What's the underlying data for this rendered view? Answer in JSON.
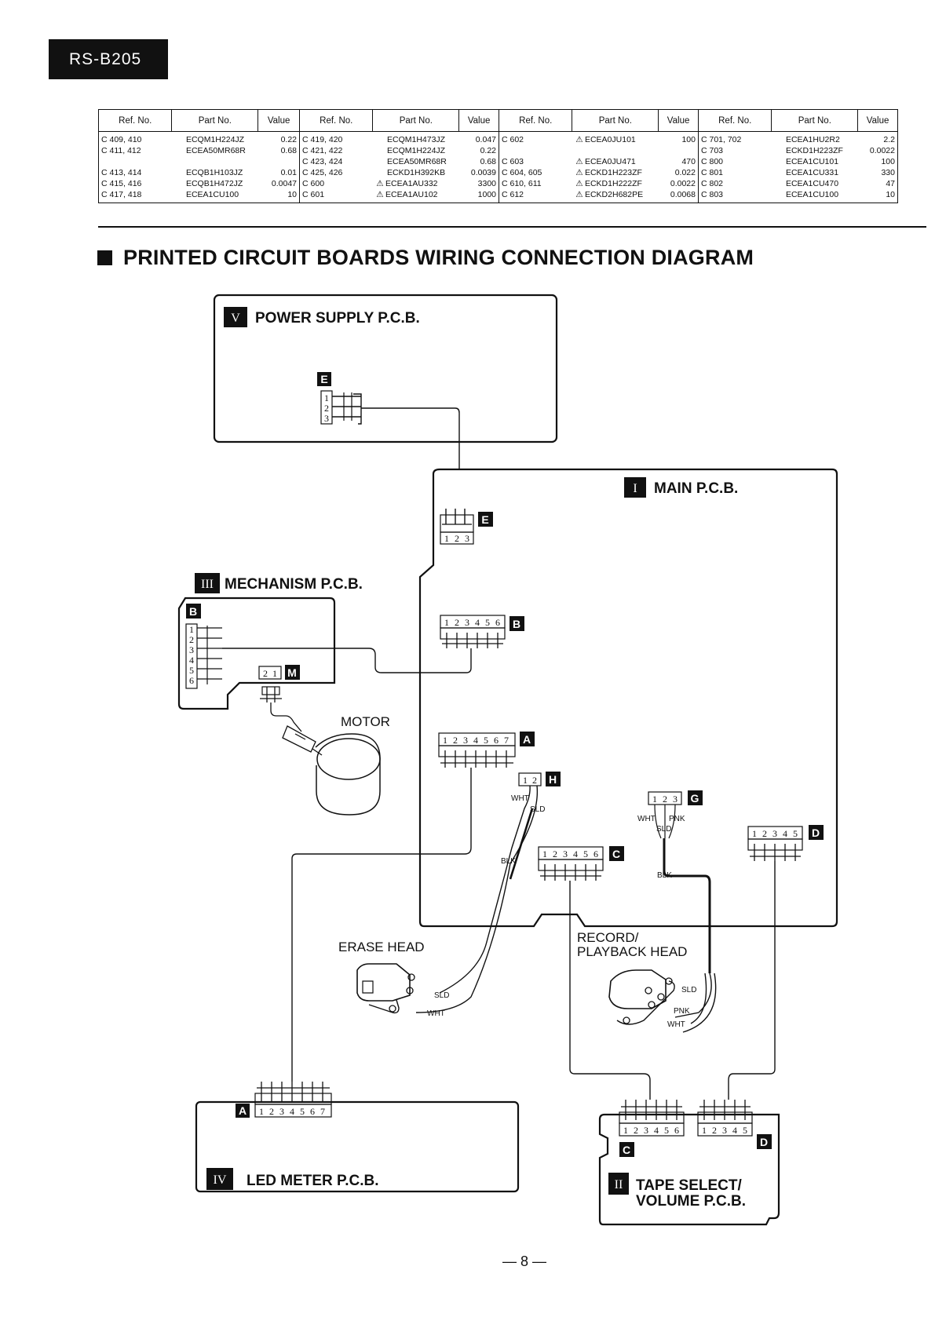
{
  "model": "RS-B205",
  "table": {
    "headers": [
      "Ref. No.",
      "Part No.",
      "Value"
    ],
    "groups": [
      [
        {
          "ref": "C 409, 410",
          "part": "ECQM1H224JZ",
          "value": "0.22"
        },
        {
          "ref": "C 411, 412",
          "part": "ECEA50MR68R",
          "value": "0.68"
        },
        {
          "ref": "",
          "part": "",
          "value": ""
        },
        {
          "ref": "C 413, 414",
          "part": "ECQB1H103JZ",
          "value": "0.01"
        },
        {
          "ref": "C 415, 416",
          "part": "ECQB1H472JZ",
          "value": "0.0047"
        },
        {
          "ref": "C 417, 418",
          "part": "ECEA1CU100",
          "value": "10"
        }
      ],
      [
        {
          "ref": "C 419, 420",
          "part": "ECQM1H473JZ",
          "value": "0.047"
        },
        {
          "ref": "C 421, 422",
          "part": "ECQM1H224JZ",
          "value": "0.22"
        },
        {
          "ref": "C 423, 424",
          "part": "ECEA50MR68R",
          "value": "0.68"
        },
        {
          "ref": "C 425, 426",
          "part": "ECKD1H392KB",
          "value": "0.0039"
        },
        {
          "ref": "C 600",
          "part": "ECEA1AU332",
          "value": "3300",
          "safety": true
        },
        {
          "ref": "C 601",
          "part": "ECEA1AU102",
          "value": "1000",
          "safety": true
        }
      ],
      [
        {
          "ref": "C 602",
          "part": "ECEA0JU101",
          "value": "100",
          "safety": true
        },
        {
          "ref": "",
          "part": "",
          "value": ""
        },
        {
          "ref": "C 603",
          "part": "ECEA0JU471",
          "value": "470",
          "safety": true
        },
        {
          "ref": "C 604, 605",
          "part": "ECKD1H223ZF",
          "value": "0.022",
          "safety": true
        },
        {
          "ref": "C 610, 611",
          "part": "ECKD1H222ZF",
          "value": "0.0022",
          "safety": true
        },
        {
          "ref": "C 612",
          "part": "ECKD2H682PE",
          "value": "0.0068",
          "safety": true
        }
      ],
      [
        {
          "ref": "C 701, 702",
          "part": "ECEA1HU2R2",
          "value": "2.2"
        },
        {
          "ref": "C 703",
          "part": "ECKD1H223ZF",
          "value": "0.0022"
        },
        {
          "ref": "C 800",
          "part": "ECEA1CU101",
          "value": "100"
        },
        {
          "ref": "C 801",
          "part": "ECEA1CU331",
          "value": "330"
        },
        {
          "ref": "C 802",
          "part": "ECEA1CU470",
          "value": "47"
        },
        {
          "ref": "C 803",
          "part": "ECEA1CU100",
          "value": "10"
        }
      ]
    ],
    "safety_mark": "⚠"
  },
  "heading": "PRINTED CIRCUIT BOARDS WIRING CONNECTION DIAGRAM",
  "boards": {
    "power": {
      "roman": "V",
      "label": "POWER SUPPLY P.C.B."
    },
    "main": {
      "roman": "I",
      "label": "MAIN P.C.B."
    },
    "mechanism": {
      "roman": "III",
      "label": "MECHANISM P.C.B."
    },
    "led": {
      "roman": "IV",
      "label": "LED METER P.C.B."
    },
    "tape": {
      "roman": "II",
      "label1": "TAPE SELECT/",
      "label2": "VOLUME P.C.B."
    }
  },
  "components": {
    "motor": "MOTOR",
    "erase_head": "ERASE HEAD",
    "rp_head_1": "RECORD/",
    "rp_head_2": "PLAYBACK HEAD"
  },
  "connectors": {
    "E": "E",
    "B": "B",
    "A": "A",
    "H": "H",
    "G": "G",
    "C": "C",
    "D": "D",
    "M": "M"
  },
  "pins": {
    "three": [
      "1",
      "2",
      "3"
    ],
    "two_rev": [
      "2",
      "1"
    ],
    "two": [
      "1",
      "2"
    ],
    "five": [
      "1",
      "2",
      "3",
      "4",
      "5"
    ],
    "six": [
      "1",
      "2",
      "3",
      "4",
      "5",
      "6"
    ],
    "seven": [
      "1",
      "2",
      "3",
      "4",
      "5",
      "6",
      "7"
    ]
  },
  "wires": {
    "wht": "WHT",
    "sld": "SLD",
    "blk": "BLK",
    "pnk": "PNK"
  },
  "page_number": "— 8 —"
}
